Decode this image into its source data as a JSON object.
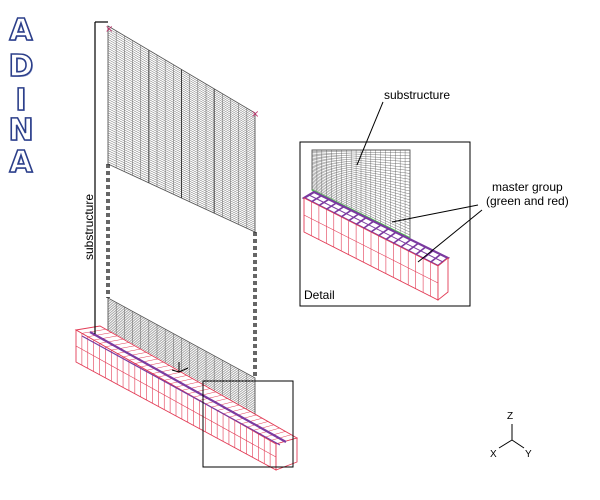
{
  "logo": {
    "letters": [
      "A",
      "D",
      "I",
      "N",
      "A"
    ]
  },
  "labels": {
    "substructure_vertical": "substructure",
    "detail_substructure": "substructure",
    "master_group_line1": "master group",
    "master_group_line2": "(green and red)",
    "detail_caption": "Detail"
  },
  "axes": {
    "z": "Z",
    "x": "X",
    "y": "Y"
  },
  "colors": {
    "mesh_gray": "#555555",
    "foundation_red": "#e23b55",
    "master_purple": "#7a3aa0",
    "master_green": "#4ec24e",
    "logo_blue": "#2c3f8a"
  }
}
